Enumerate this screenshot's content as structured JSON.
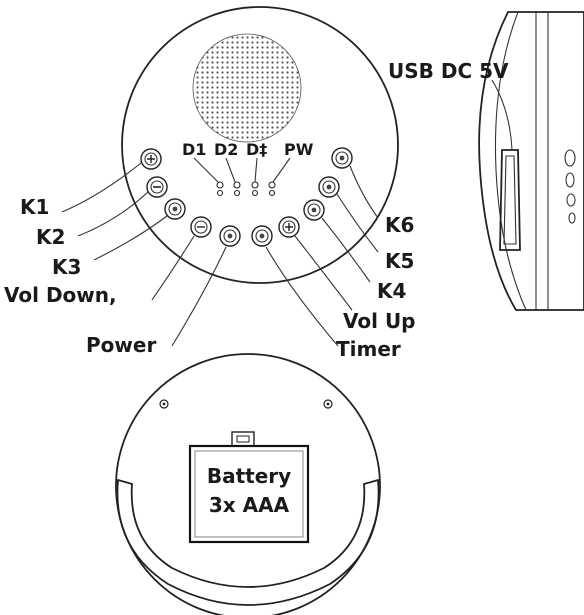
{
  "front": {
    "leds": [
      "D1",
      "D2",
      "D‡",
      "PW"
    ],
    "buttons": {
      "k1": "K1",
      "k2": "K2",
      "k3": "K3",
      "k4": "K4",
      "k5": "K5",
      "k6": "K6",
      "vol_down": "Vol Down,",
      "power": "Power",
      "vol_up": "Vol Up",
      "timer": "Timer"
    }
  },
  "side": {
    "usb_label": "USB DC 5V"
  },
  "back": {
    "battery_line1": "Battery",
    "battery_line2": "3x AAA"
  }
}
